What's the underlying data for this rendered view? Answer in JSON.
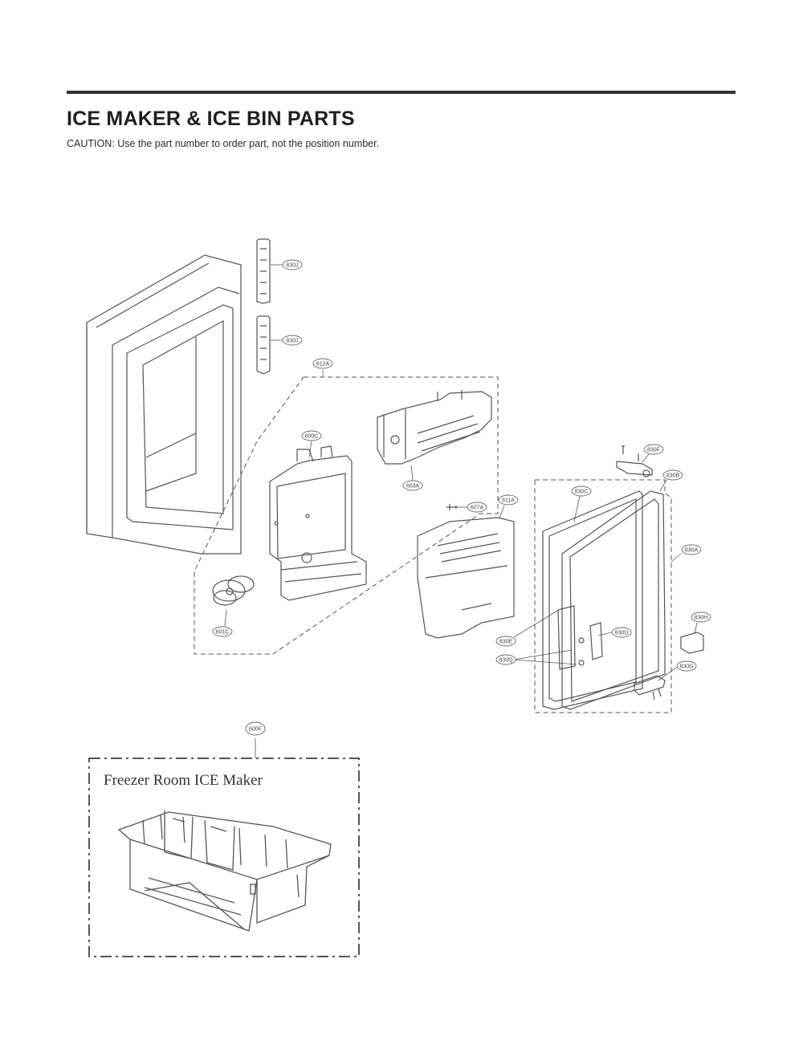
{
  "header": {
    "title": "ICE MAKER & ICE BIN PARTS",
    "caution": "CAUTION: Use the part number to order part, not the position number."
  },
  "callouts": {
    "c830J_top": "830J",
    "c830J_bottom": "830J",
    "c612A": "612A",
    "c600C": "600C",
    "c603A": "603A",
    "c601C": "601C",
    "c607A": "607A",
    "c611A": "611A",
    "c830C": "830C",
    "c830F": "830F",
    "c830B": "830B",
    "c830A": "830A",
    "c830H": "830H",
    "c830E": "830E",
    "c830D": "830D",
    "c830Q": "830Q",
    "c830G": "830G",
    "c600F": "600F"
  },
  "inset": {
    "title": "Freezer Room ICE Maker"
  }
}
